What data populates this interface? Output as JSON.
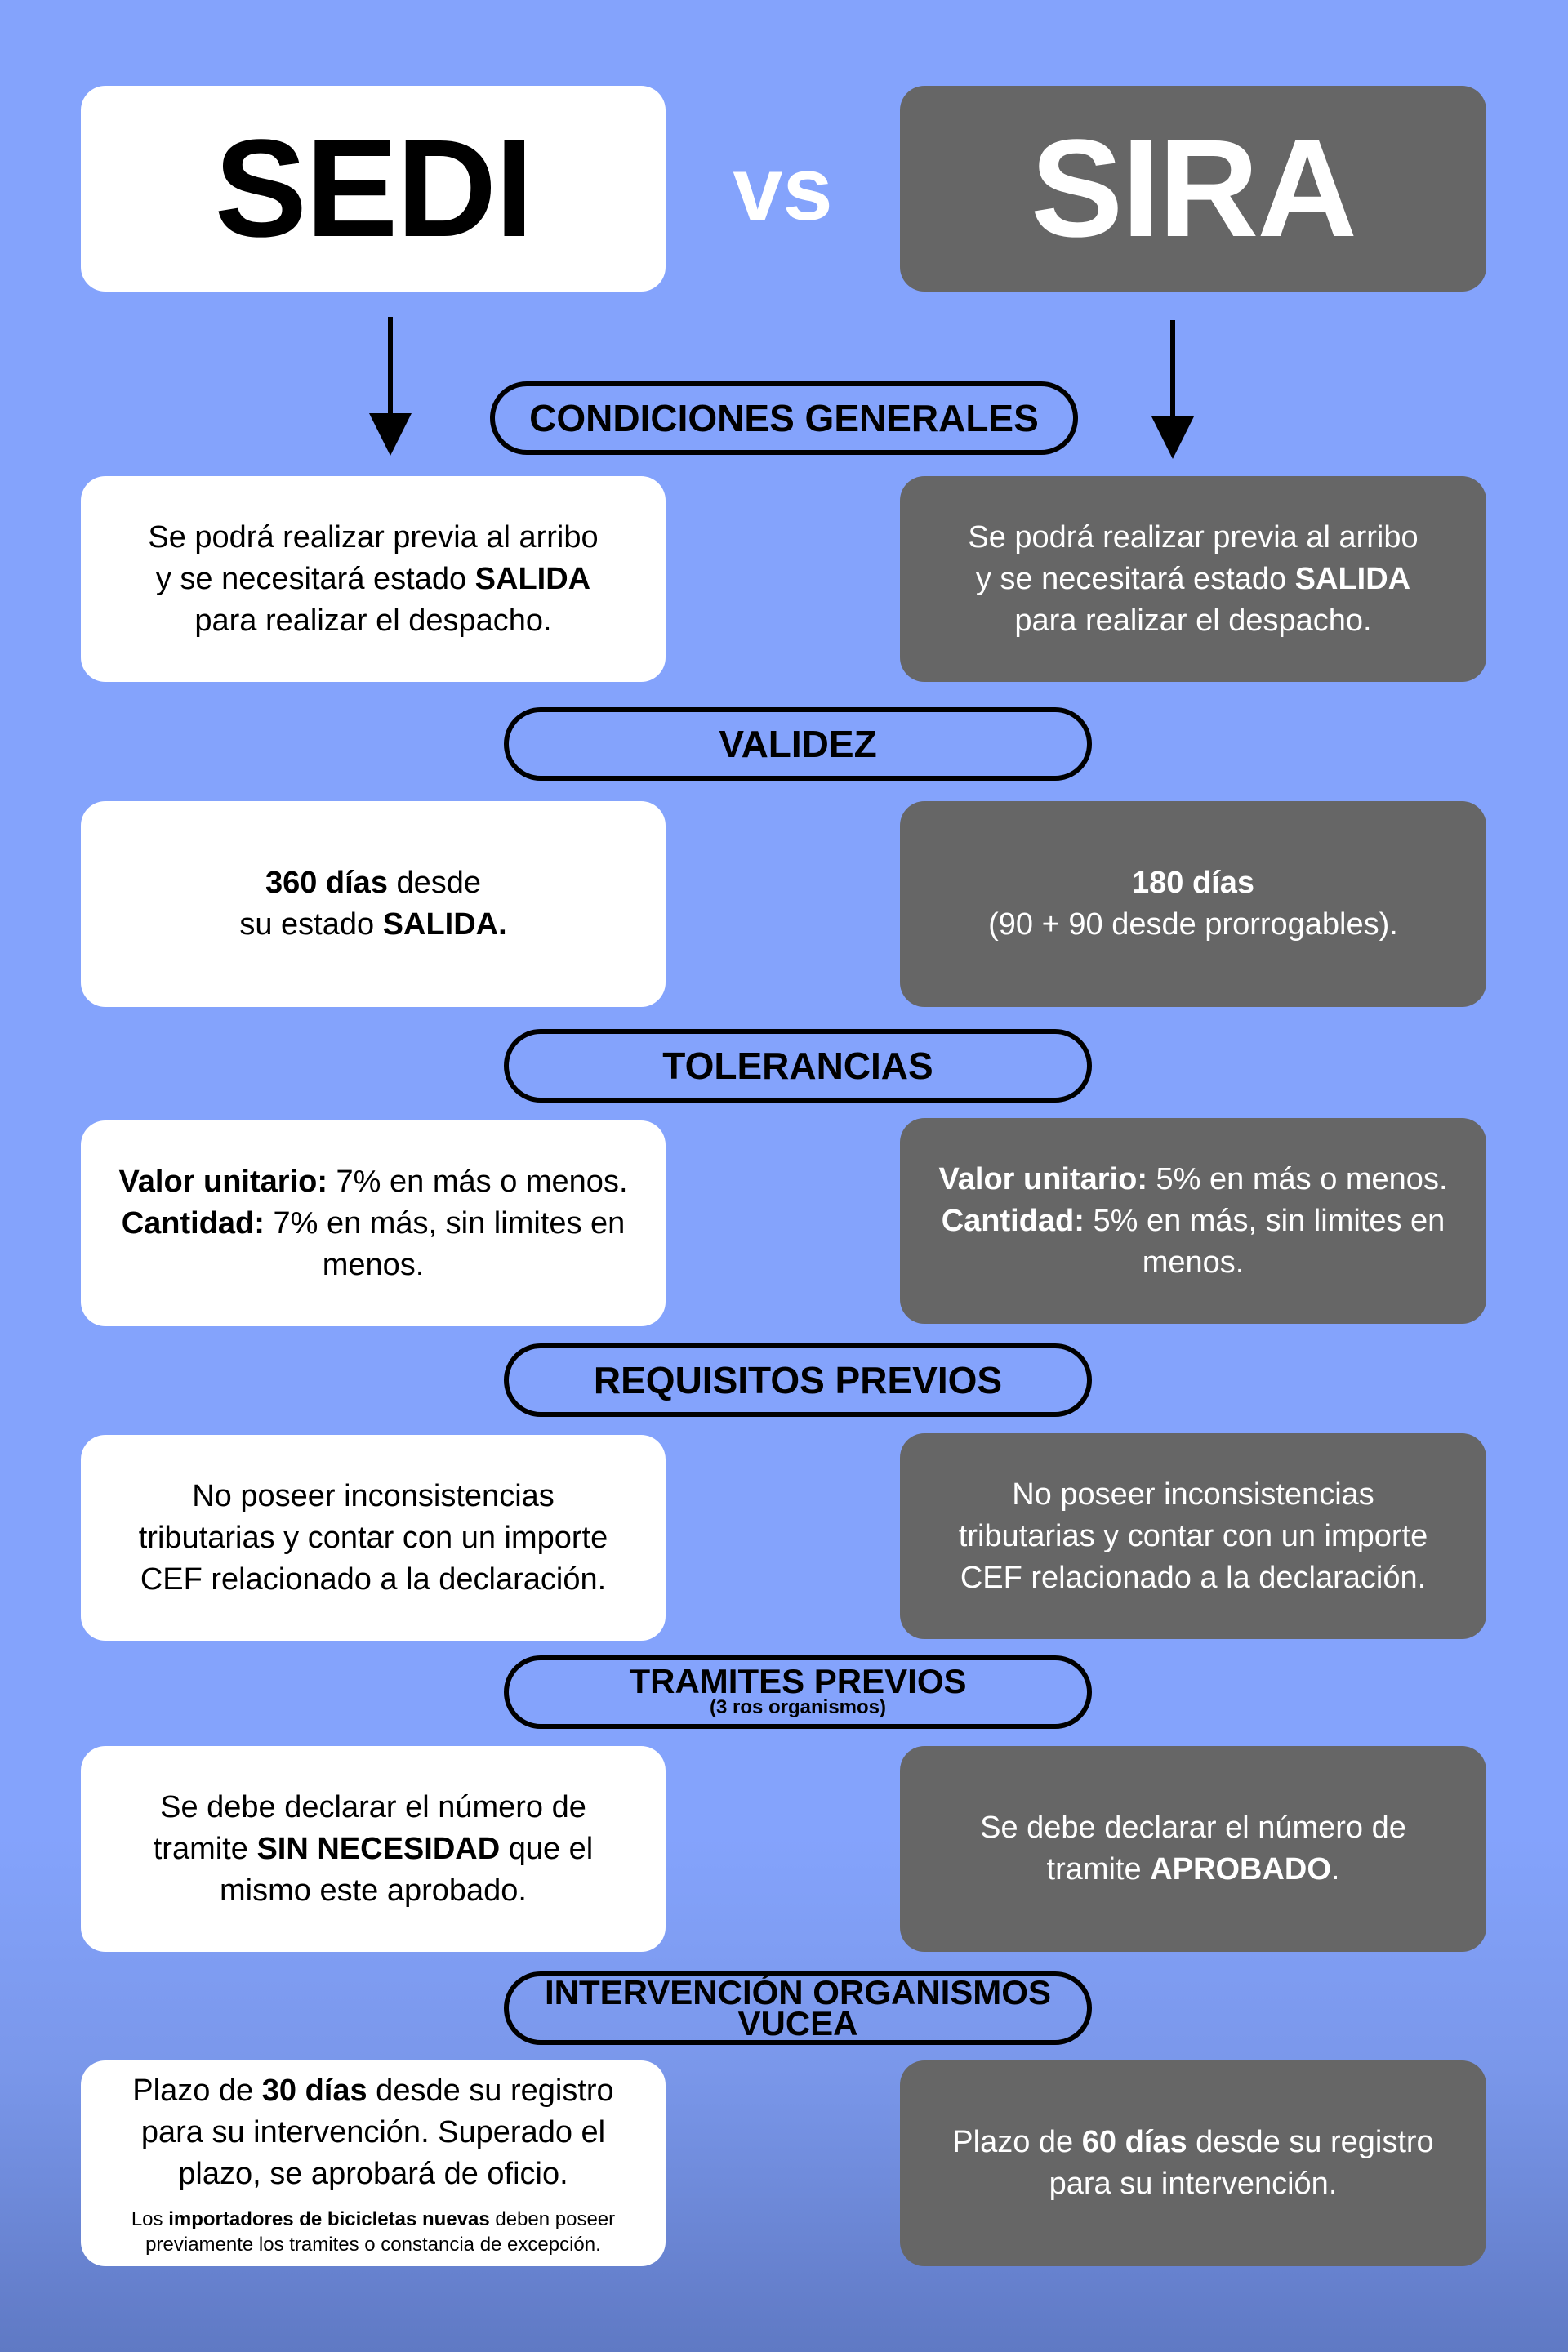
{
  "header": {
    "left_title": "SEDI",
    "vs": "vs",
    "right_title": "SIRA"
  },
  "sections": {
    "condiciones": {
      "title": "CONDICIONES GENERALES"
    },
    "validez": {
      "title": "VALIDEZ"
    },
    "tolerancias": {
      "title": "TOLERANCIAS"
    },
    "requisitos": {
      "title": "REQUISITOS PREVIOS"
    },
    "tramites": {
      "title": "TRAMITES PREVIOS",
      "subtitle": "(3 ros organismos)"
    },
    "intervencion": {
      "title_line1": "INTERVENCIÓN ORGANISMOS",
      "title_line2": "VUCEA"
    }
  },
  "sedi": {
    "condiciones": {
      "l1": "Se podrá realizar previa al arribo",
      "l2a": "y se necesitará estado ",
      "l2b": "SALIDA",
      "l3": "para realizar el despacho."
    },
    "validez": {
      "l1a": "360 días",
      "l1b": " desde",
      "l2a": "su estado ",
      "l2b": "SALIDA."
    },
    "tolerancias": {
      "l1a": "Valor unitario:",
      "l1b": " 7% en más o menos.",
      "l2a": "Cantidad:",
      "l2b": " 7% en más, sin limites en",
      "l3": "menos."
    },
    "requisitos": {
      "l1": "No poseer inconsistencias",
      "l2": "tributarias y contar con un importe",
      "l3": "CEF relacionado a la declaración."
    },
    "tramites": {
      "l1": "Se debe declarar el número de",
      "l2a": "tramite ",
      "l2b": "SIN NECESIDAD",
      "l2c": " que el",
      "l3": "mismo este aprobado."
    },
    "intervencion": {
      "l1a": "Plazo de ",
      "l1b": "30 días",
      "l1c": " desde su registro",
      "l2": "para su intervención. Superado el",
      "l3": "plazo, se aprobará de oficio.",
      "n1a": "Los ",
      "n1b": "importadores de bicicletas nuevas",
      "n1c": " deben poseer",
      "n2": "previamente los tramites o constancia de excepción."
    }
  },
  "sira": {
    "condiciones": {
      "l1": "Se podrá realizar previa al arribo",
      "l2a": "y se necesitará estado ",
      "l2b": "SALIDA",
      "l3": "para realizar el despacho."
    },
    "validez": {
      "l1": "180 días",
      "l2": "(90 + 90 desde prorrogables)."
    },
    "tolerancias": {
      "l1a": "Valor unitario:",
      "l1b": " 5% en más o menos.",
      "l2a": "Cantidad:",
      "l2b": " 5% en más, sin limites en",
      "l3": "menos."
    },
    "requisitos": {
      "l1": "No poseer inconsistencias",
      "l2": "tributarias y contar con un importe",
      "l3": "CEF relacionado a la declaración."
    },
    "tramites": {
      "l1": "Se debe declarar el número de",
      "l2a": "tramite ",
      "l2b": "APROBADO",
      "l2c": "."
    },
    "intervencion": {
      "l1a": "Plazo de ",
      "l1b": "60 días",
      "l1c": " desde su registro",
      "l2": "para su intervención."
    }
  }
}
